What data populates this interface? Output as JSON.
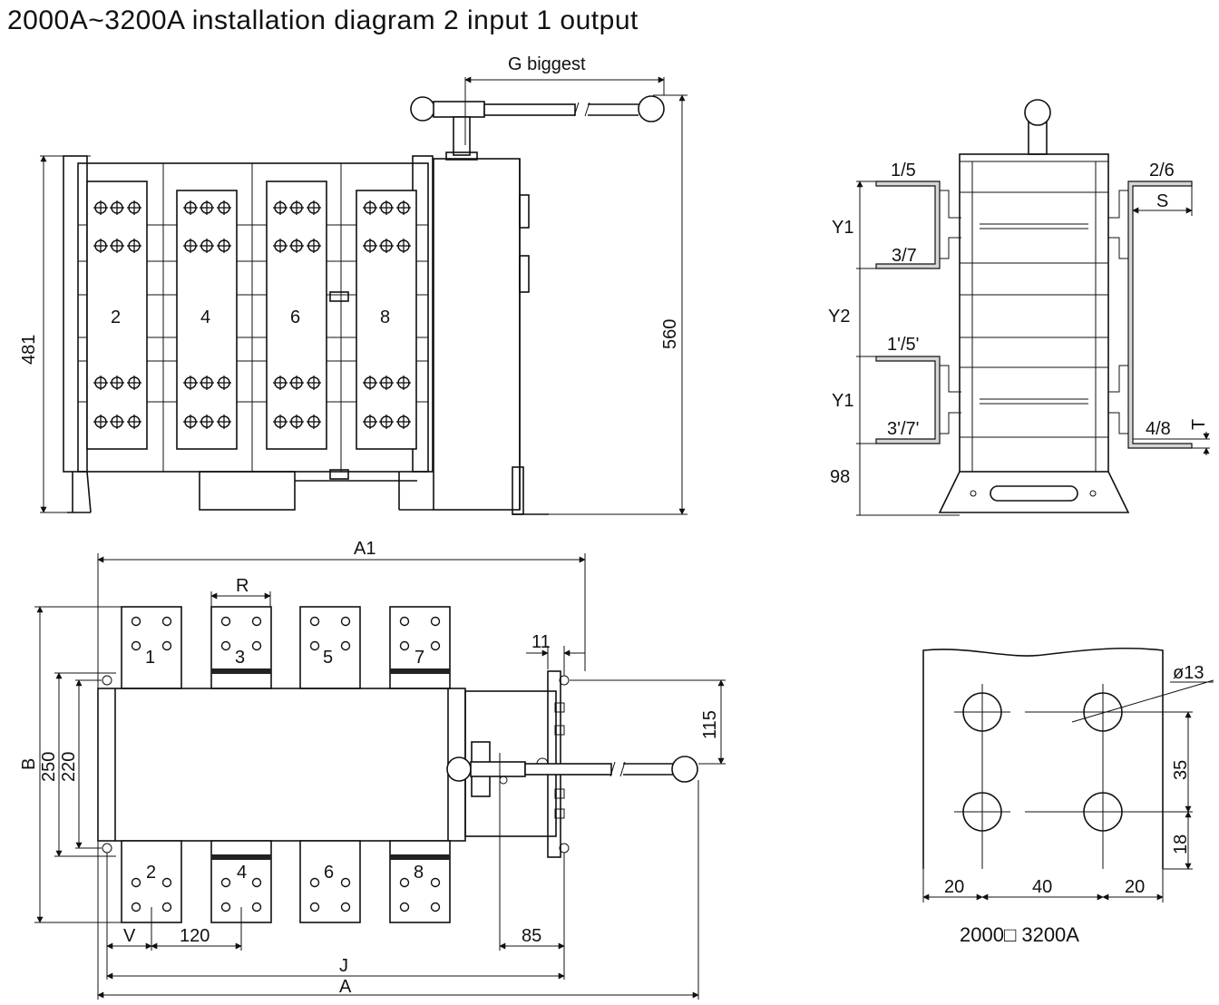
{
  "title": "2000A~3200A  installation diagram 2 input 1 output",
  "front_view": {
    "pole_numbers": [
      "2",
      "4",
      "6",
      "8"
    ],
    "dim_height": "481",
    "dim_total_height": "560",
    "dim_handle": "G biggest"
  },
  "side_view": {
    "top_left_terminal": "1/5",
    "top_right_terminal": "2/6",
    "mid_left_terminal": "3/7",
    "lower_left_terminal": "1'/5'",
    "bottom_left_terminal": "3'/7'",
    "bottom_right_terminal": "4/8",
    "dim_y1_top": "Y1",
    "dim_y2": "Y2",
    "dim_y1_bottom": "Y1",
    "dim_base": "98",
    "dim_s": "S",
    "dim_t": "T"
  },
  "top_view": {
    "top_terminals": [
      "1",
      "3",
      "5",
      "7"
    ],
    "bottom_terminals": [
      "2",
      "4",
      "6",
      "8"
    ],
    "dim_a1": "A1",
    "dim_r": "R",
    "dim_11": "11",
    "dim_115": "115",
    "dim_b": "B",
    "dim_250": "250",
    "dim_220": "220",
    "dim_v": "V",
    "dim_120": "120",
    "dim_85": "85",
    "dim_j": "J",
    "dim_a": "A"
  },
  "terminal_detail": {
    "hole_diameter": "ø13",
    "dim_35": "35",
    "dim_18": "18",
    "dim_20_left": "20",
    "dim_40": "40",
    "dim_20_right": "20",
    "caption": "2000□ 3200A"
  }
}
